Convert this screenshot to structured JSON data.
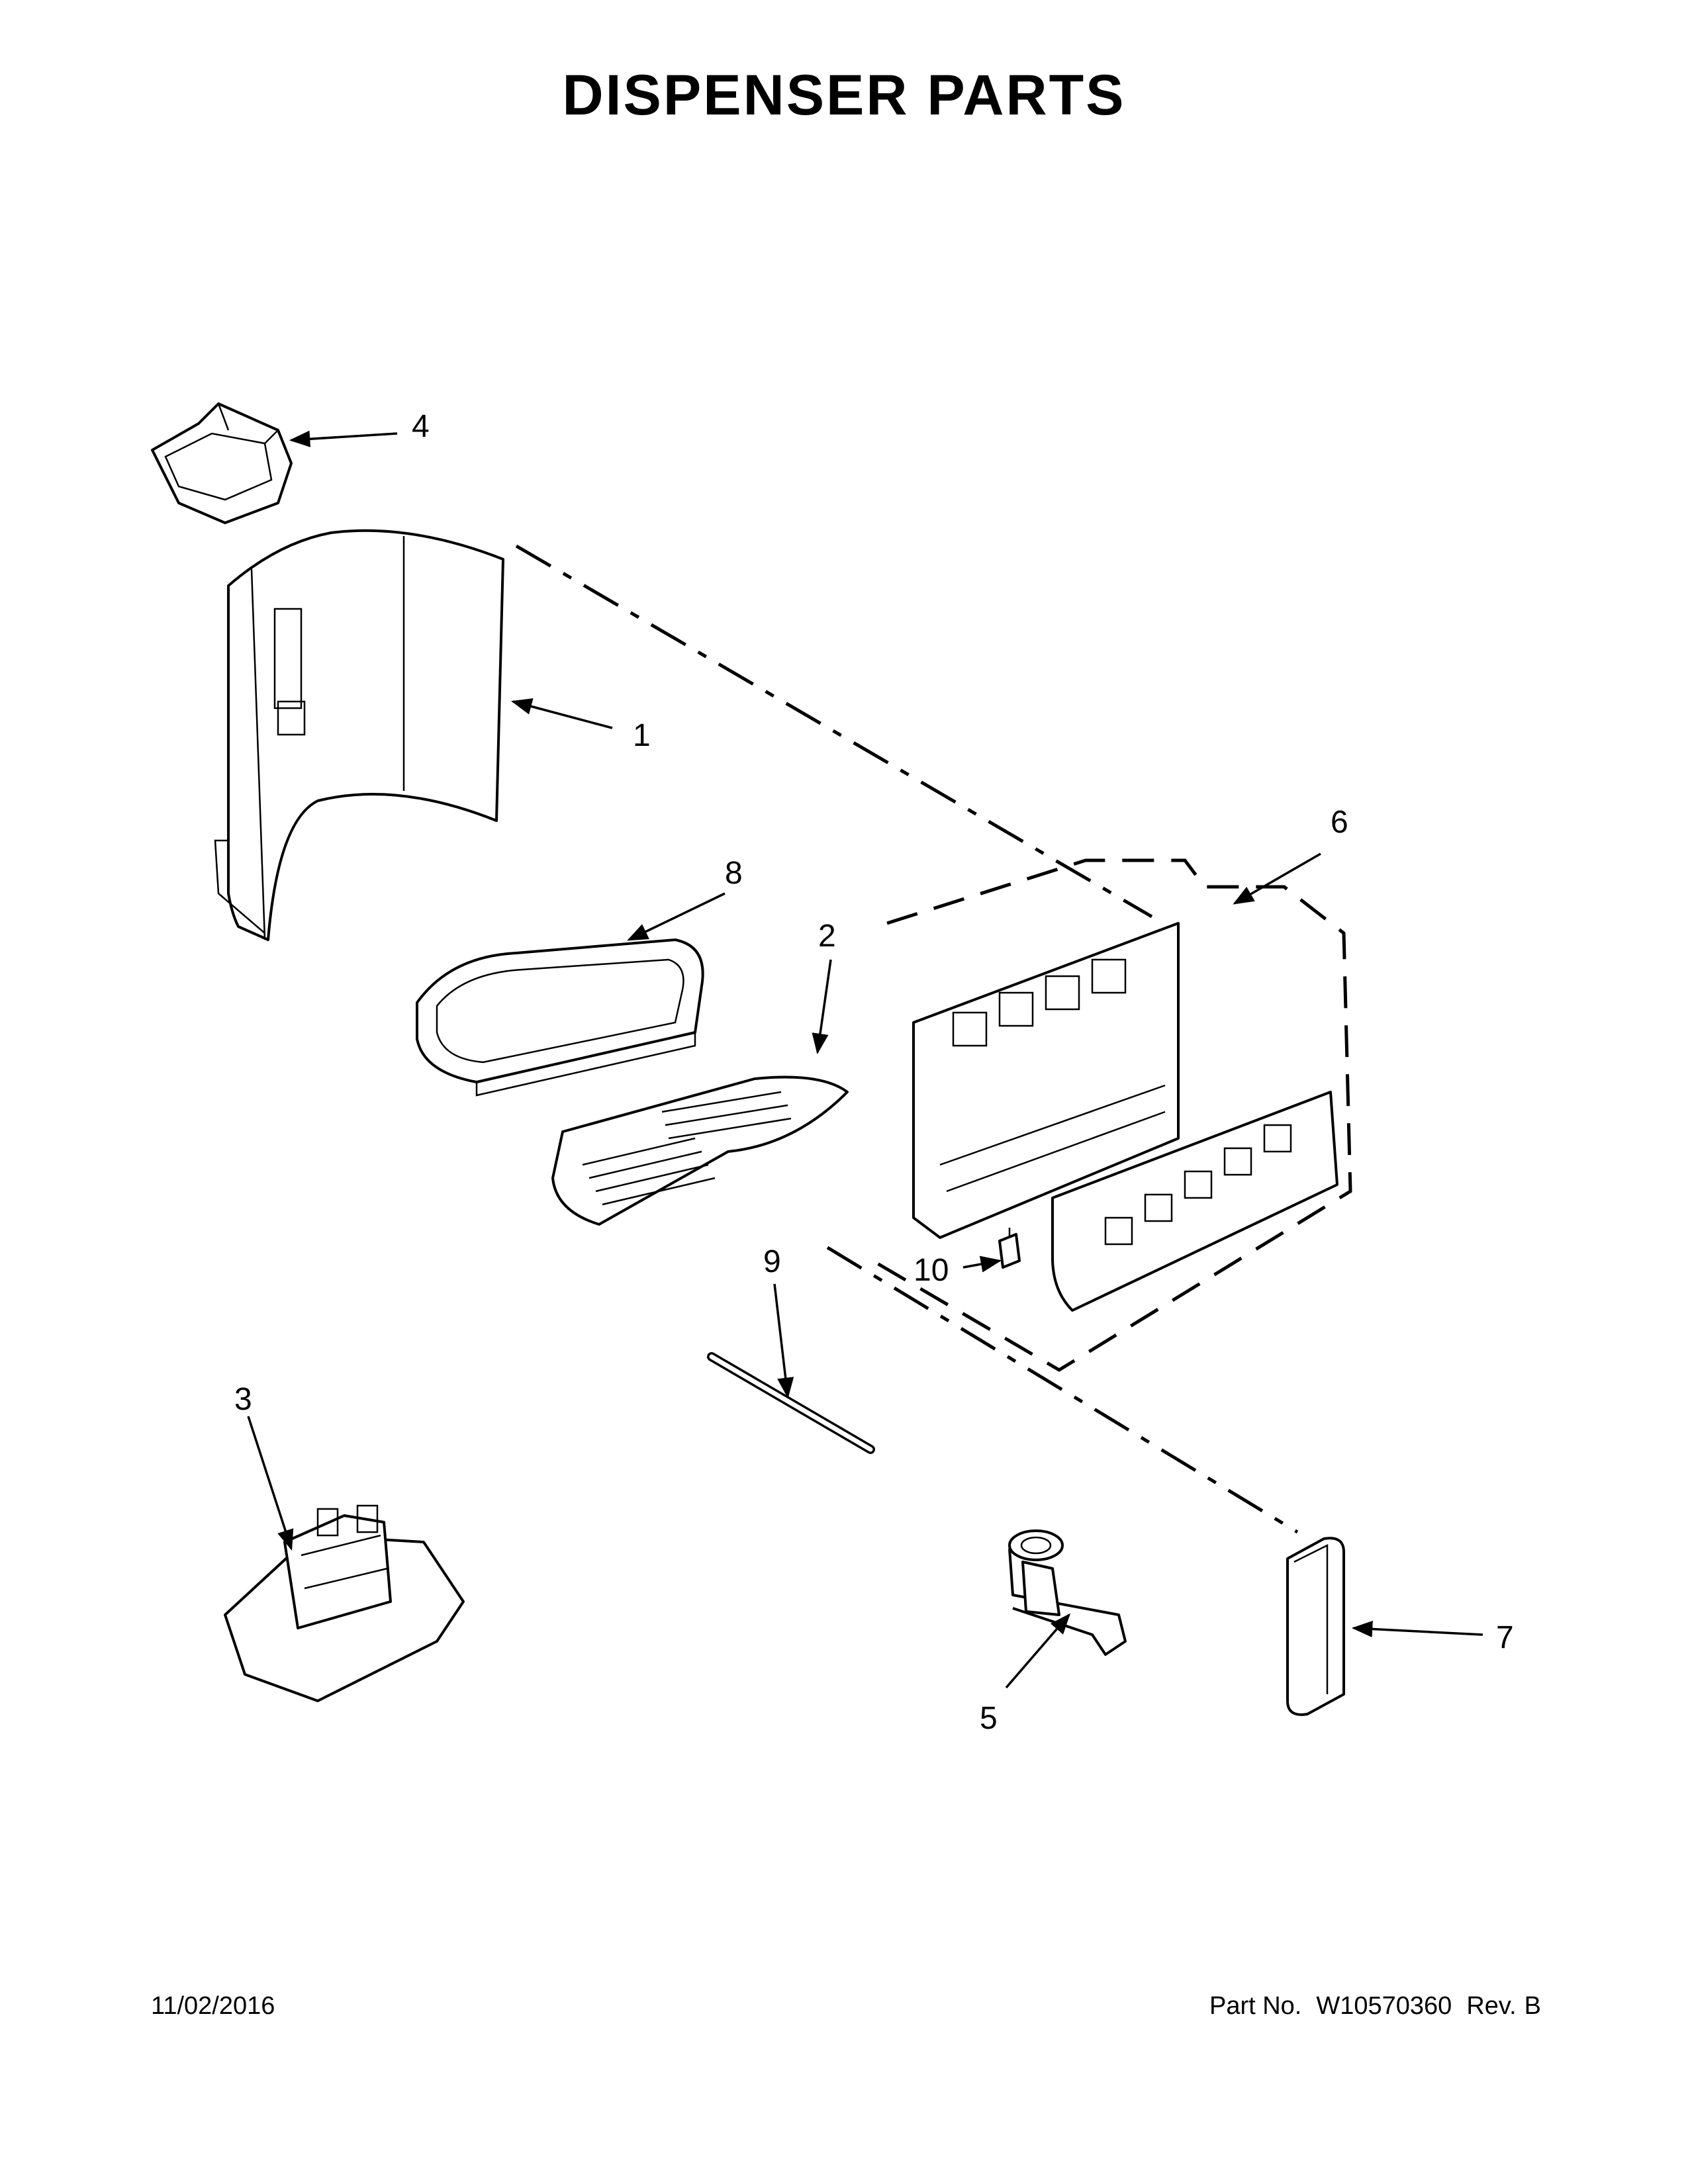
{
  "title": "DISPENSER PARTS",
  "footer": {
    "date": "11/02/2016",
    "part_label": "Part No.",
    "part_number": "W10570360",
    "rev_label": "Rev.",
    "rev": "B"
  },
  "callouts": [
    "1",
    "2",
    "3",
    "4",
    "5",
    "6",
    "7",
    "8",
    "9",
    "10"
  ]
}
